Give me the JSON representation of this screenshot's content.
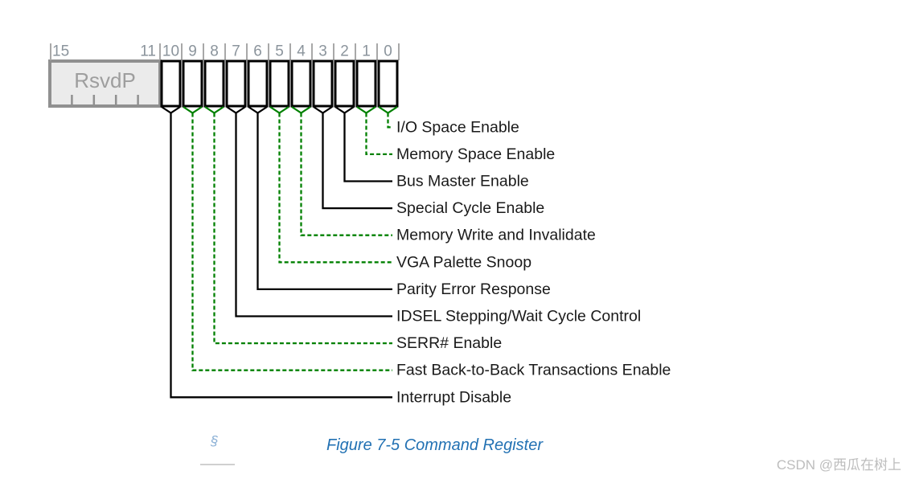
{
  "figure": {
    "caption": "Figure 7-5 Command Register",
    "section_symbol": "§"
  },
  "watermark": "CSDN @西瓜在树上",
  "register": {
    "reserved": {
      "label": "RsvdP",
      "high_bit": "15",
      "low_bit": "11"
    },
    "bit_numbers": [
      "10",
      "9",
      "8",
      "7",
      "6",
      "5",
      "4",
      "3",
      "2",
      "1",
      "0"
    ],
    "fields": [
      {
        "bit": 0,
        "label": "I/O Space Enable",
        "line_style": "dashed"
      },
      {
        "bit": 1,
        "label": "Memory Space Enable",
        "line_style": "dashed"
      },
      {
        "bit": 2,
        "label": "Bus Master Enable",
        "line_style": "solid"
      },
      {
        "bit": 3,
        "label": "Special Cycle Enable",
        "line_style": "solid"
      },
      {
        "bit": 4,
        "label": "Memory Write and Invalidate",
        "line_style": "dashed"
      },
      {
        "bit": 5,
        "label": "VGA Palette Snoop",
        "line_style": "dashed"
      },
      {
        "bit": 6,
        "label": "Parity Error Response",
        "line_style": "solid"
      },
      {
        "bit": 7,
        "label": "IDSEL Stepping/Wait Cycle Control",
        "line_style": "solid"
      },
      {
        "bit": 8,
        "label": "SERR# Enable",
        "line_style": "dashed"
      },
      {
        "bit": 9,
        "label": "Fast Back-to-Back Transactions Enable",
        "line_style": "dashed"
      },
      {
        "bit": 10,
        "label": "Interrupt Disable",
        "line_style": "solid"
      }
    ]
  },
  "colors": {
    "solid_line": "#000000",
    "dashed_line": "#008000",
    "bit_box_border": "#000000",
    "bit_box_fill": "#ffffff",
    "reserved_border": "#909090",
    "reserved_fill": "#ebebeb",
    "reserved_text": "#9e9e9e",
    "bit_number_text": "#8b949c",
    "tick": "#a8a8a8",
    "field_label_text": "#1a1a1a",
    "caption_text": "#2271b3",
    "section_symbol_color": "#8cb1d6",
    "watermark_text": "#bdbdbd"
  }
}
